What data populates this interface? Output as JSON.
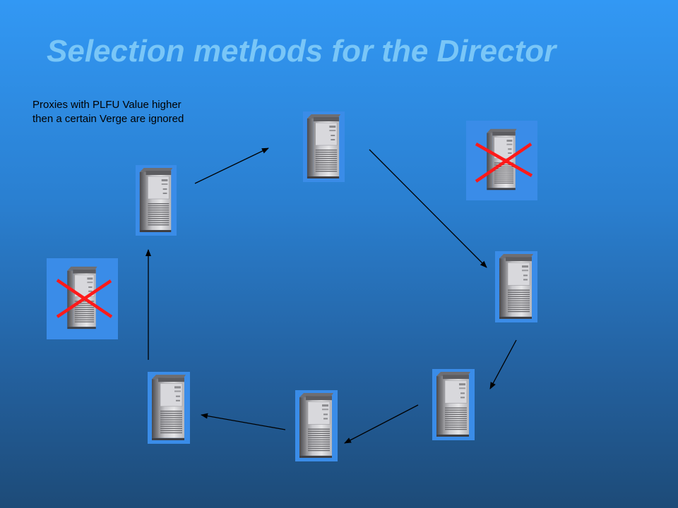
{
  "slide": {
    "title": "Selection methods for the Director",
    "note_lines": [
      "Proxies with PLFU Value higher",
      "then a certain Verge are ignored"
    ]
  },
  "colors": {
    "title": "#79c6f7",
    "server_bg": "#3a8ce8",
    "cross": "#ff1a1a",
    "arrow": "#000000"
  },
  "servers": [
    {
      "id": "top-center",
      "ignored": false
    },
    {
      "id": "top-right",
      "ignored": true
    },
    {
      "id": "left-upper",
      "ignored": false
    },
    {
      "id": "left-middle",
      "ignored": true
    },
    {
      "id": "right-middle",
      "ignored": false
    },
    {
      "id": "bottom-right",
      "ignored": false
    },
    {
      "id": "bottom-center",
      "ignored": false
    },
    {
      "id": "bottom-left",
      "ignored": false
    }
  ],
  "icons": {
    "server": "server-tower-icon",
    "cross": "red-x-cross-icon"
  }
}
